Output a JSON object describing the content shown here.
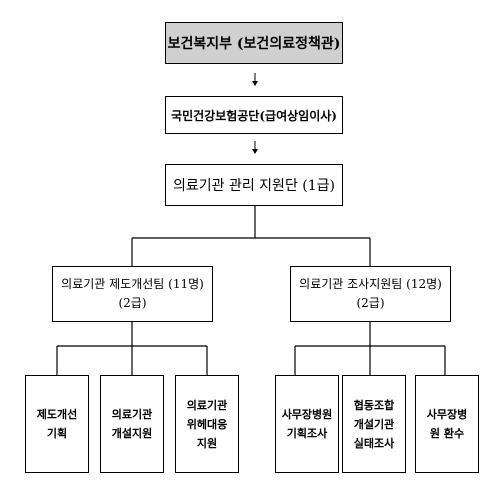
{
  "org": {
    "ministry": "보건복지부 (보건의료정책관)",
    "nhis": "국민건강보험공단(급여상임이사)",
    "support": "의료기관 관리 지원단 (1급)",
    "teams": [
      {
        "name": "의료기관 제도개선팀 (11명)",
        "grade": "(2급)",
        "units": [
          [
            "제도개선",
            "기획"
          ],
          [
            "의료기관",
            "개설지원"
          ],
          [
            "의료기관",
            "위헤대응",
            "지원"
          ]
        ]
      },
      {
        "name": "의료기관 조사지원팀 (12명)",
        "grade": "(2급)",
        "units": [
          [
            "사무장병원",
            "기획조사"
          ],
          [
            "협동조합",
            "개설기관",
            "실태조사"
          ],
          [
            "사무장병",
            "원 환수"
          ]
        ]
      }
    ]
  },
  "colors": {
    "top_fill": "#d0d0d0",
    "line": "#000000"
  }
}
